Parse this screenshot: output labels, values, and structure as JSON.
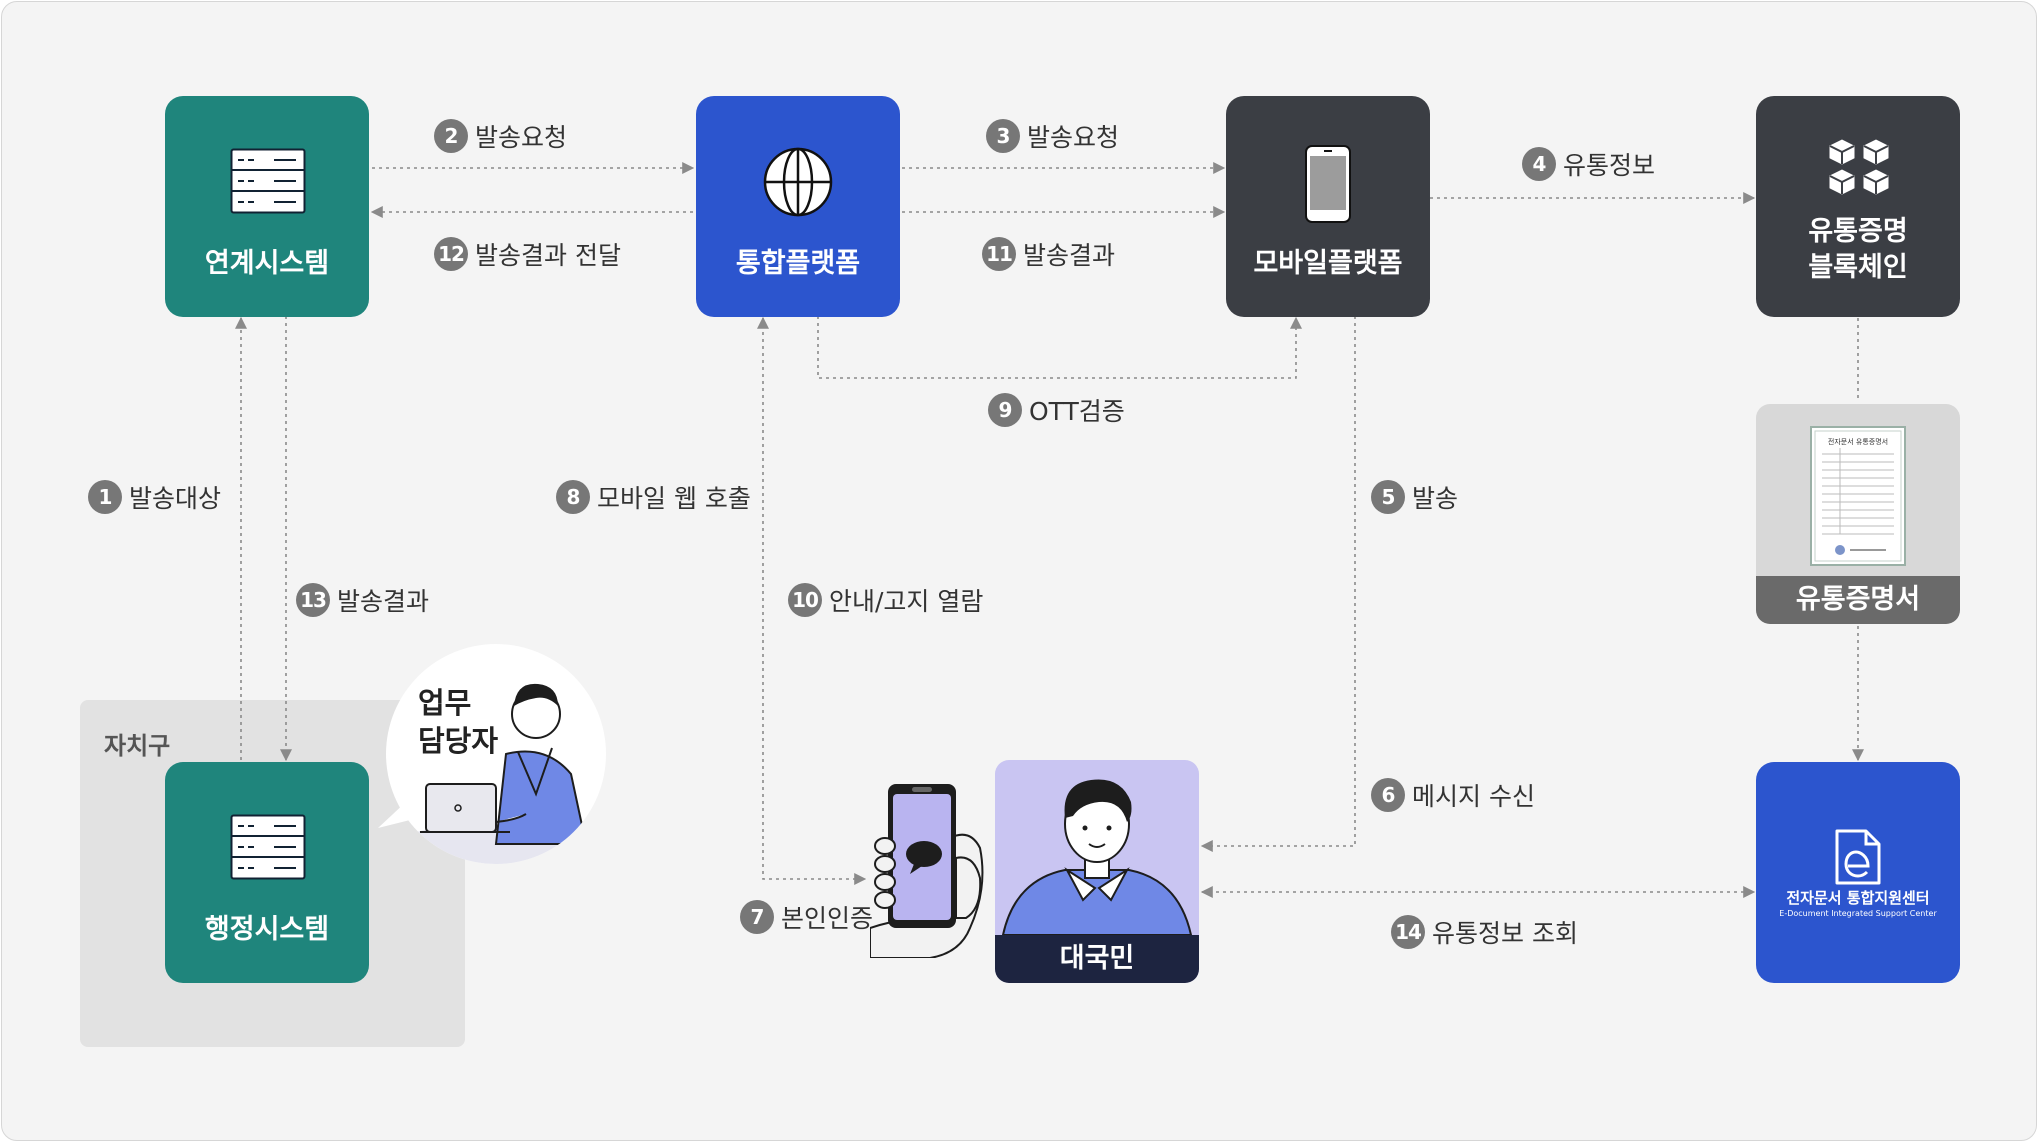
{
  "nodes": {
    "linkage": "연계시스템",
    "integrated": "통합플랫폼",
    "mobile": "모바일플랫폼",
    "blockchain": "유통증명\n블록체인",
    "certificate": "유통증명서",
    "admin": "행정시스템",
    "support_center": {
      "title": "전자문서 통합지원센터",
      "subtitle": "E-Document Integrated Support Center"
    },
    "citizen": "대국민"
  },
  "group": {
    "label": "자치구"
  },
  "worker": {
    "label": "업무\n담당자"
  },
  "steps": [
    {
      "num": "1",
      "text": "발송대상"
    },
    {
      "num": "2",
      "text": "발송요청"
    },
    {
      "num": "3",
      "text": "발송요청"
    },
    {
      "num": "4",
      "text": "유통정보"
    },
    {
      "num": "5",
      "text": "발송"
    },
    {
      "num": "6",
      "text": "메시지 수신"
    },
    {
      "num": "7",
      "text": "본인인증"
    },
    {
      "num": "8",
      "text": "모바일 웹 호출"
    },
    {
      "num": "9",
      "text": "OTT검증"
    },
    {
      "num": "10",
      "text": "안내/고지 열람"
    },
    {
      "num": "11",
      "text": "발송결과"
    },
    {
      "num": "12",
      "text": "발송결과 전달"
    },
    {
      "num": "13",
      "text": "발송결과"
    },
    {
      "num": "14",
      "text": "유통정보 조회"
    }
  ],
  "certificate_doc": {
    "title": "전자문서 유통증명서"
  },
  "colors": {
    "teal": "#1f857c",
    "blue": "#2c55ce",
    "dark": "#3b3e44",
    "wire": "#8a8a8a",
    "citizen_bg": "#c9c5f2"
  }
}
